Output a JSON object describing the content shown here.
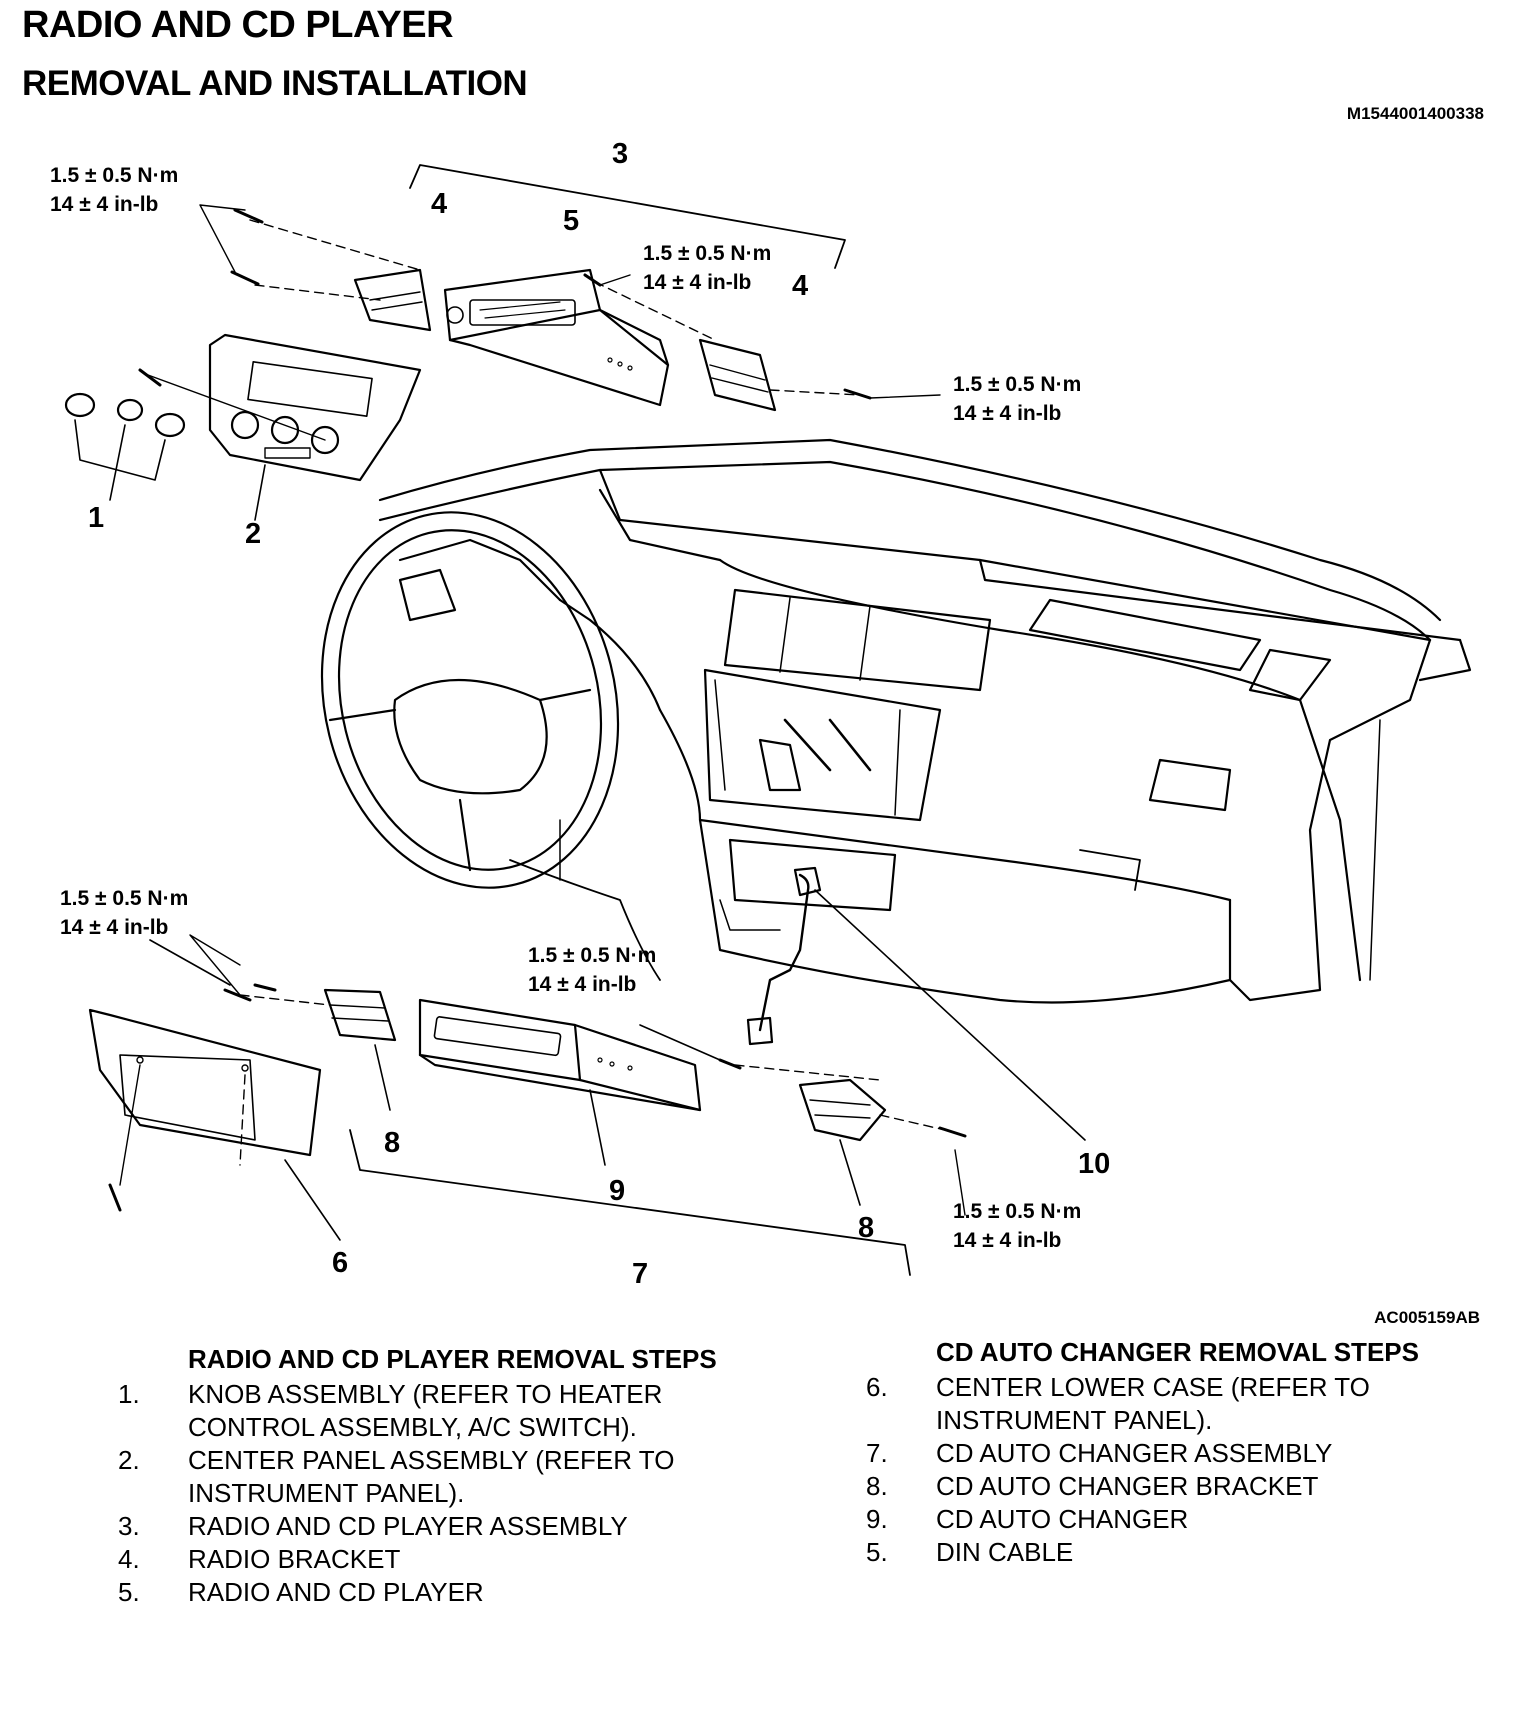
{
  "header": {
    "title": "RADIO AND CD PLAYER",
    "subtitle": "REMOVAL AND INSTALLATION",
    "doc_id": "M1544001400338"
  },
  "figure": {
    "figure_id": "AC005159AB",
    "torque_nm": "1.5 ± 0.5 N·m",
    "torque_inlb": "14 ± 4 in-lb",
    "callouts": [
      "1",
      "2",
      "3",
      "4",
      "4",
      "5",
      "6",
      "7",
      "8",
      "8",
      "9",
      "10"
    ]
  },
  "radio_steps": {
    "heading": "RADIO AND CD PLAYER REMOVAL STEPS",
    "items": [
      {
        "num": "1.",
        "text": "KNOB ASSEMBLY (REFER TO HEATER CONTROL ASSEMBLY, A/C SWITCH)."
      },
      {
        "num": "2.",
        "text": "CENTER PANEL ASSEMBLY (REFER TO INSTRUMENT PANEL)."
      },
      {
        "num": "3.",
        "text": "RADIO AND CD PLAYER ASSEMBLY"
      },
      {
        "num": "4.",
        "text": "RADIO BRACKET"
      },
      {
        "num": "5.",
        "text": "RADIO AND CD PLAYER"
      }
    ]
  },
  "cd_steps": {
    "heading": "CD AUTO CHANGER REMOVAL STEPS",
    "items": [
      {
        "num": "6.",
        "text": "CENTER LOWER CASE (REFER TO INSTRUMENT PANEL)."
      },
      {
        "num": "7.",
        "text": "CD AUTO CHANGER ASSEMBLY"
      },
      {
        "num": "8.",
        "text": "CD AUTO CHANGER BRACKET"
      },
      {
        "num": "9.",
        "text": "CD AUTO CHANGER"
      },
      {
        "num": "5.",
        "text": "DIN CABLE"
      }
    ]
  }
}
